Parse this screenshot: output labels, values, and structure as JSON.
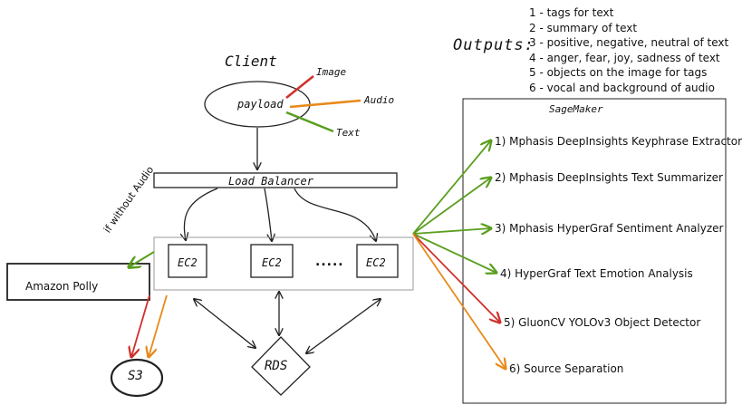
{
  "outputs": {
    "title": "Outputs:",
    "items": [
      "1 - tags for text",
      "2 - summary of text",
      "3 - positive, negative, neutral of text",
      "4 - anger, fear, joy, sadness of text",
      "5 - objects on the image for tags",
      "6 - vocal and background of audio"
    ]
  },
  "client": {
    "title": "Client",
    "payload": "payload",
    "inputs": {
      "image": "Image",
      "audio": "Audio",
      "text": "Text"
    }
  },
  "load_balancer": "Load Balancer",
  "ec2": {
    "instances": [
      "EC2",
      "EC2",
      "EC2"
    ],
    "ellipsis": "....."
  },
  "polly": {
    "label": "Amazon Polly",
    "edge_label": "if without Audio"
  },
  "s3": "S3",
  "rds": "RDS",
  "sagemaker": {
    "title": "SageMaker",
    "services": [
      "1) Mphasis DeepInsights Keyphrase Extractor",
      "2) Mphasis DeepInsights Text Summarizer",
      "3) Mphasis HyperGraf Sentiment Analyzer",
      "4) HyperGraf Text Emotion Analysis",
      "5) GluonCV YOLOv3 Object Detector",
      "6) Source Separation"
    ]
  },
  "colors": {
    "image": "#d0302b",
    "audio": "#e8891a",
    "text": "#5a9e1e",
    "line": "#222222"
  }
}
